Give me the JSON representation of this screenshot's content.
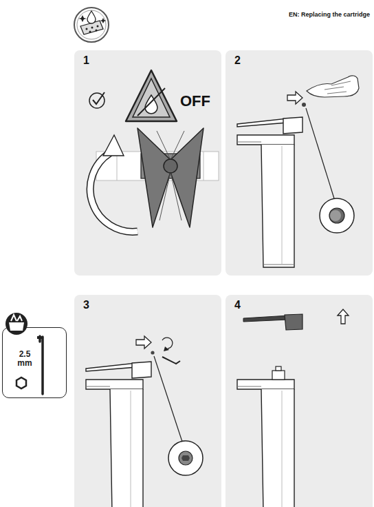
{
  "diagram": {
    "title": "EN: Replacing the cartridge",
    "nodes": [
      {
        "text": [
          "1"
        ]
      },
      {
        "text": [
          "2"
        ]
      },
      {
        "text": [
          "2.5 mm"
        ]
      },
      {
        "text": [
          "3"
        ]
      },
      {
        "text": [
          "4"
        ]
      }
    ],
    "labels": [
      "OFF"
    ]
  }
}
